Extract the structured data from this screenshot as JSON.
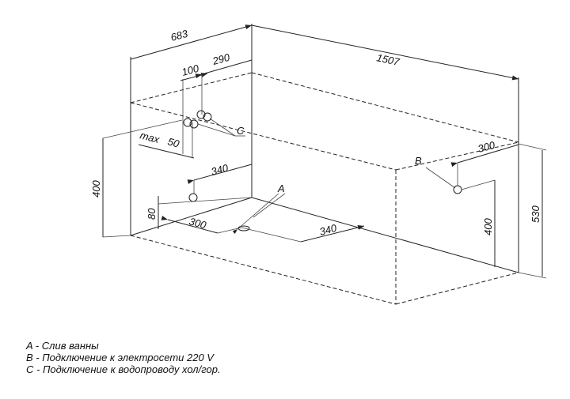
{
  "dimensions": {
    "width_683": "683",
    "length_1507": "1507",
    "d290": "290",
    "d100": "100",
    "max": "max",
    "d50": "50",
    "d340_upper": "340",
    "d400_left": "400",
    "d80": "80",
    "d300_left": "300",
    "d340_lower": "340",
    "d300_right": "300",
    "d400_right": "400",
    "d530": "530"
  },
  "markers": {
    "a": "A",
    "b": "B",
    "c": "C"
  },
  "legend": [
    "A - Слив ванны",
    "B - Подключение к электросети 220 V",
    "C - Подключение к водопроводу хол/гор."
  ]
}
